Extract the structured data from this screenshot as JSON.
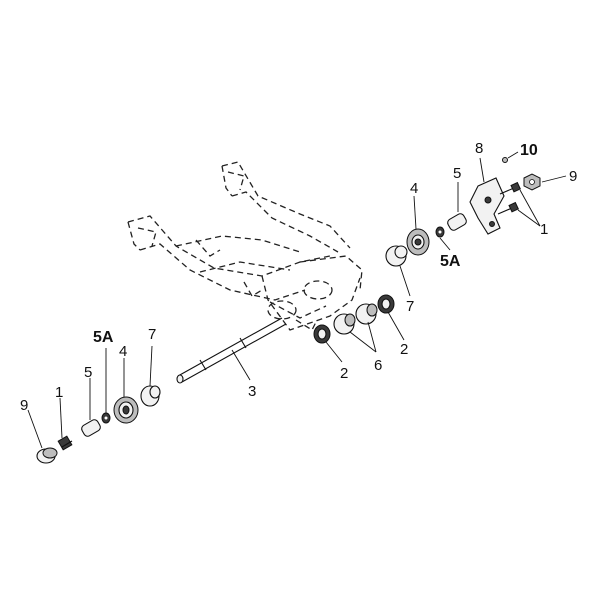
{
  "diagram": {
    "callouts": [
      {
        "id": "c9-left",
        "text": "9"
      },
      {
        "id": "c1-left",
        "text": "1"
      },
      {
        "id": "c5-left",
        "text": "5"
      },
      {
        "id": "c5a-left",
        "text": "5A"
      },
      {
        "id": "c4-left",
        "text": "4"
      },
      {
        "id": "c7-left",
        "text": "7"
      },
      {
        "id": "c3",
        "text": "3"
      },
      {
        "id": "c2-left",
        "text": "2"
      },
      {
        "id": "c6",
        "text": "6"
      },
      {
        "id": "c2-right",
        "text": "2"
      },
      {
        "id": "c7-right",
        "text": "7"
      },
      {
        "id": "c5a-right",
        "text": "5A"
      },
      {
        "id": "c4-right",
        "text": "4"
      },
      {
        "id": "c5-right",
        "text": "5"
      },
      {
        "id": "c8",
        "text": "8"
      },
      {
        "id": "c10",
        "text": "10"
      },
      {
        "id": "c9-right",
        "text": "9"
      },
      {
        "id": "c1-right",
        "text": "1"
      }
    ]
  }
}
